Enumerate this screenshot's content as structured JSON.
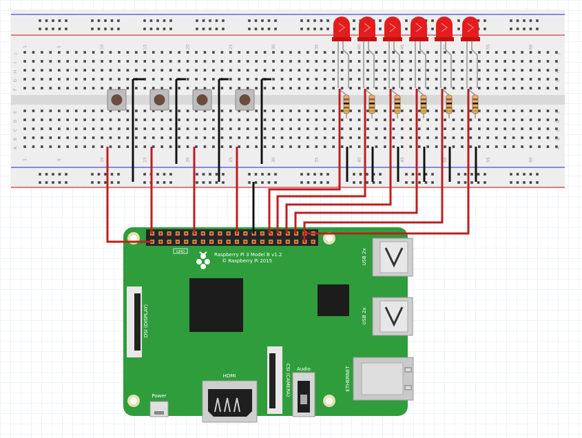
{
  "breadboard": {
    "col_numbers_top": [
      "1",
      "5",
      "10",
      "15",
      "20",
      "25",
      "30",
      "35",
      "40",
      "45",
      "50",
      "55",
      "60"
    ],
    "col_numbers_bottom": [
      "1",
      "5",
      "10",
      "15",
      "20",
      "25",
      "30",
      "35",
      "40",
      "45",
      "50",
      "55",
      "60"
    ],
    "row_letters_top": [
      "J",
      "I",
      "H",
      "G",
      "F"
    ],
    "row_letters_bottom": [
      "E",
      "D",
      "C",
      "B",
      "A"
    ]
  },
  "board": {
    "model_line1": "Raspberry Pi 3 Model B v1.2",
    "model_line2": "© Raspberry Pi 2015",
    "gpio_label": "GPIO",
    "usb_label_1": "USB 2x",
    "usb_label_2": "USB 2x",
    "ethernet_label": "ETHERNET",
    "dsi_label": "DSI (DISPLAY)",
    "csi_label": "CSI (CAMERA)",
    "hdmi_label": "HDMI",
    "audio_label": "Audio",
    "power_label": "Power"
  },
  "colors": {
    "grid": "#dfe7ef",
    "breadboard": "#f1f1f1",
    "rail_red": "#d43c3c",
    "rail_blue": "#3c4fd4",
    "pcb": "#2e9e3a",
    "wire_red": "#c01c1c",
    "wire_black": "#1a1a1a",
    "led": "#e82020",
    "hole": "#3b3b3b",
    "hole_active": "#4cc24c"
  }
}
